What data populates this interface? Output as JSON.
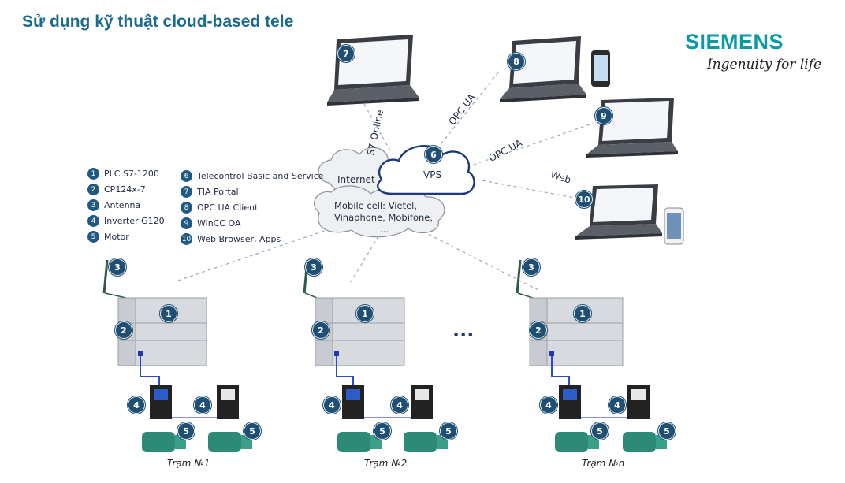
{
  "header": {
    "title": "Sử dụng kỹ thuật cloud-based tele",
    "brand": "SIEMENS",
    "tagline": "Ingenuity for life"
  },
  "legend": [
    {
      "num": "1",
      "label": "PLC S7-1200"
    },
    {
      "num": "2",
      "label": "CP124x-7"
    },
    {
      "num": "3",
      "label": "Antenna"
    },
    {
      "num": "4",
      "label": "Inverter G120"
    },
    {
      "num": "5",
      "label": "Motor"
    },
    {
      "num": "6",
      "label": "Telecontrol Basic and Service"
    },
    {
      "num": "7",
      "label": "TIA Portal"
    },
    {
      "num": "8",
      "label": "OPC UA Client"
    },
    {
      "num": "9",
      "label": "WinCC OA"
    },
    {
      "num": "10",
      "label": "Web Browser, Apps"
    }
  ],
  "cloud": {
    "internet": "Internet",
    "vps": "VPS",
    "mobile_line1": "Mobile cell: Vietel,",
    "mobile_line2": "Vinaphone, Mobifone,",
    "mobile_line3": "..."
  },
  "links": {
    "s7_online": "S7-Online",
    "opc_ua_1": "OPC UA",
    "opc_ua_2": "OPC UA",
    "web": "Web"
  },
  "badges": {
    "n1": "1",
    "n2": "2",
    "n3": "3",
    "n4": "4",
    "n5": "5",
    "n6": "6",
    "n7": "7",
    "n8": "8",
    "n9": "9",
    "n10": "10"
  },
  "stations": [
    "Trạm №1",
    "Trạm №2",
    "Trạm №n"
  ],
  "ellipsis": "..."
}
